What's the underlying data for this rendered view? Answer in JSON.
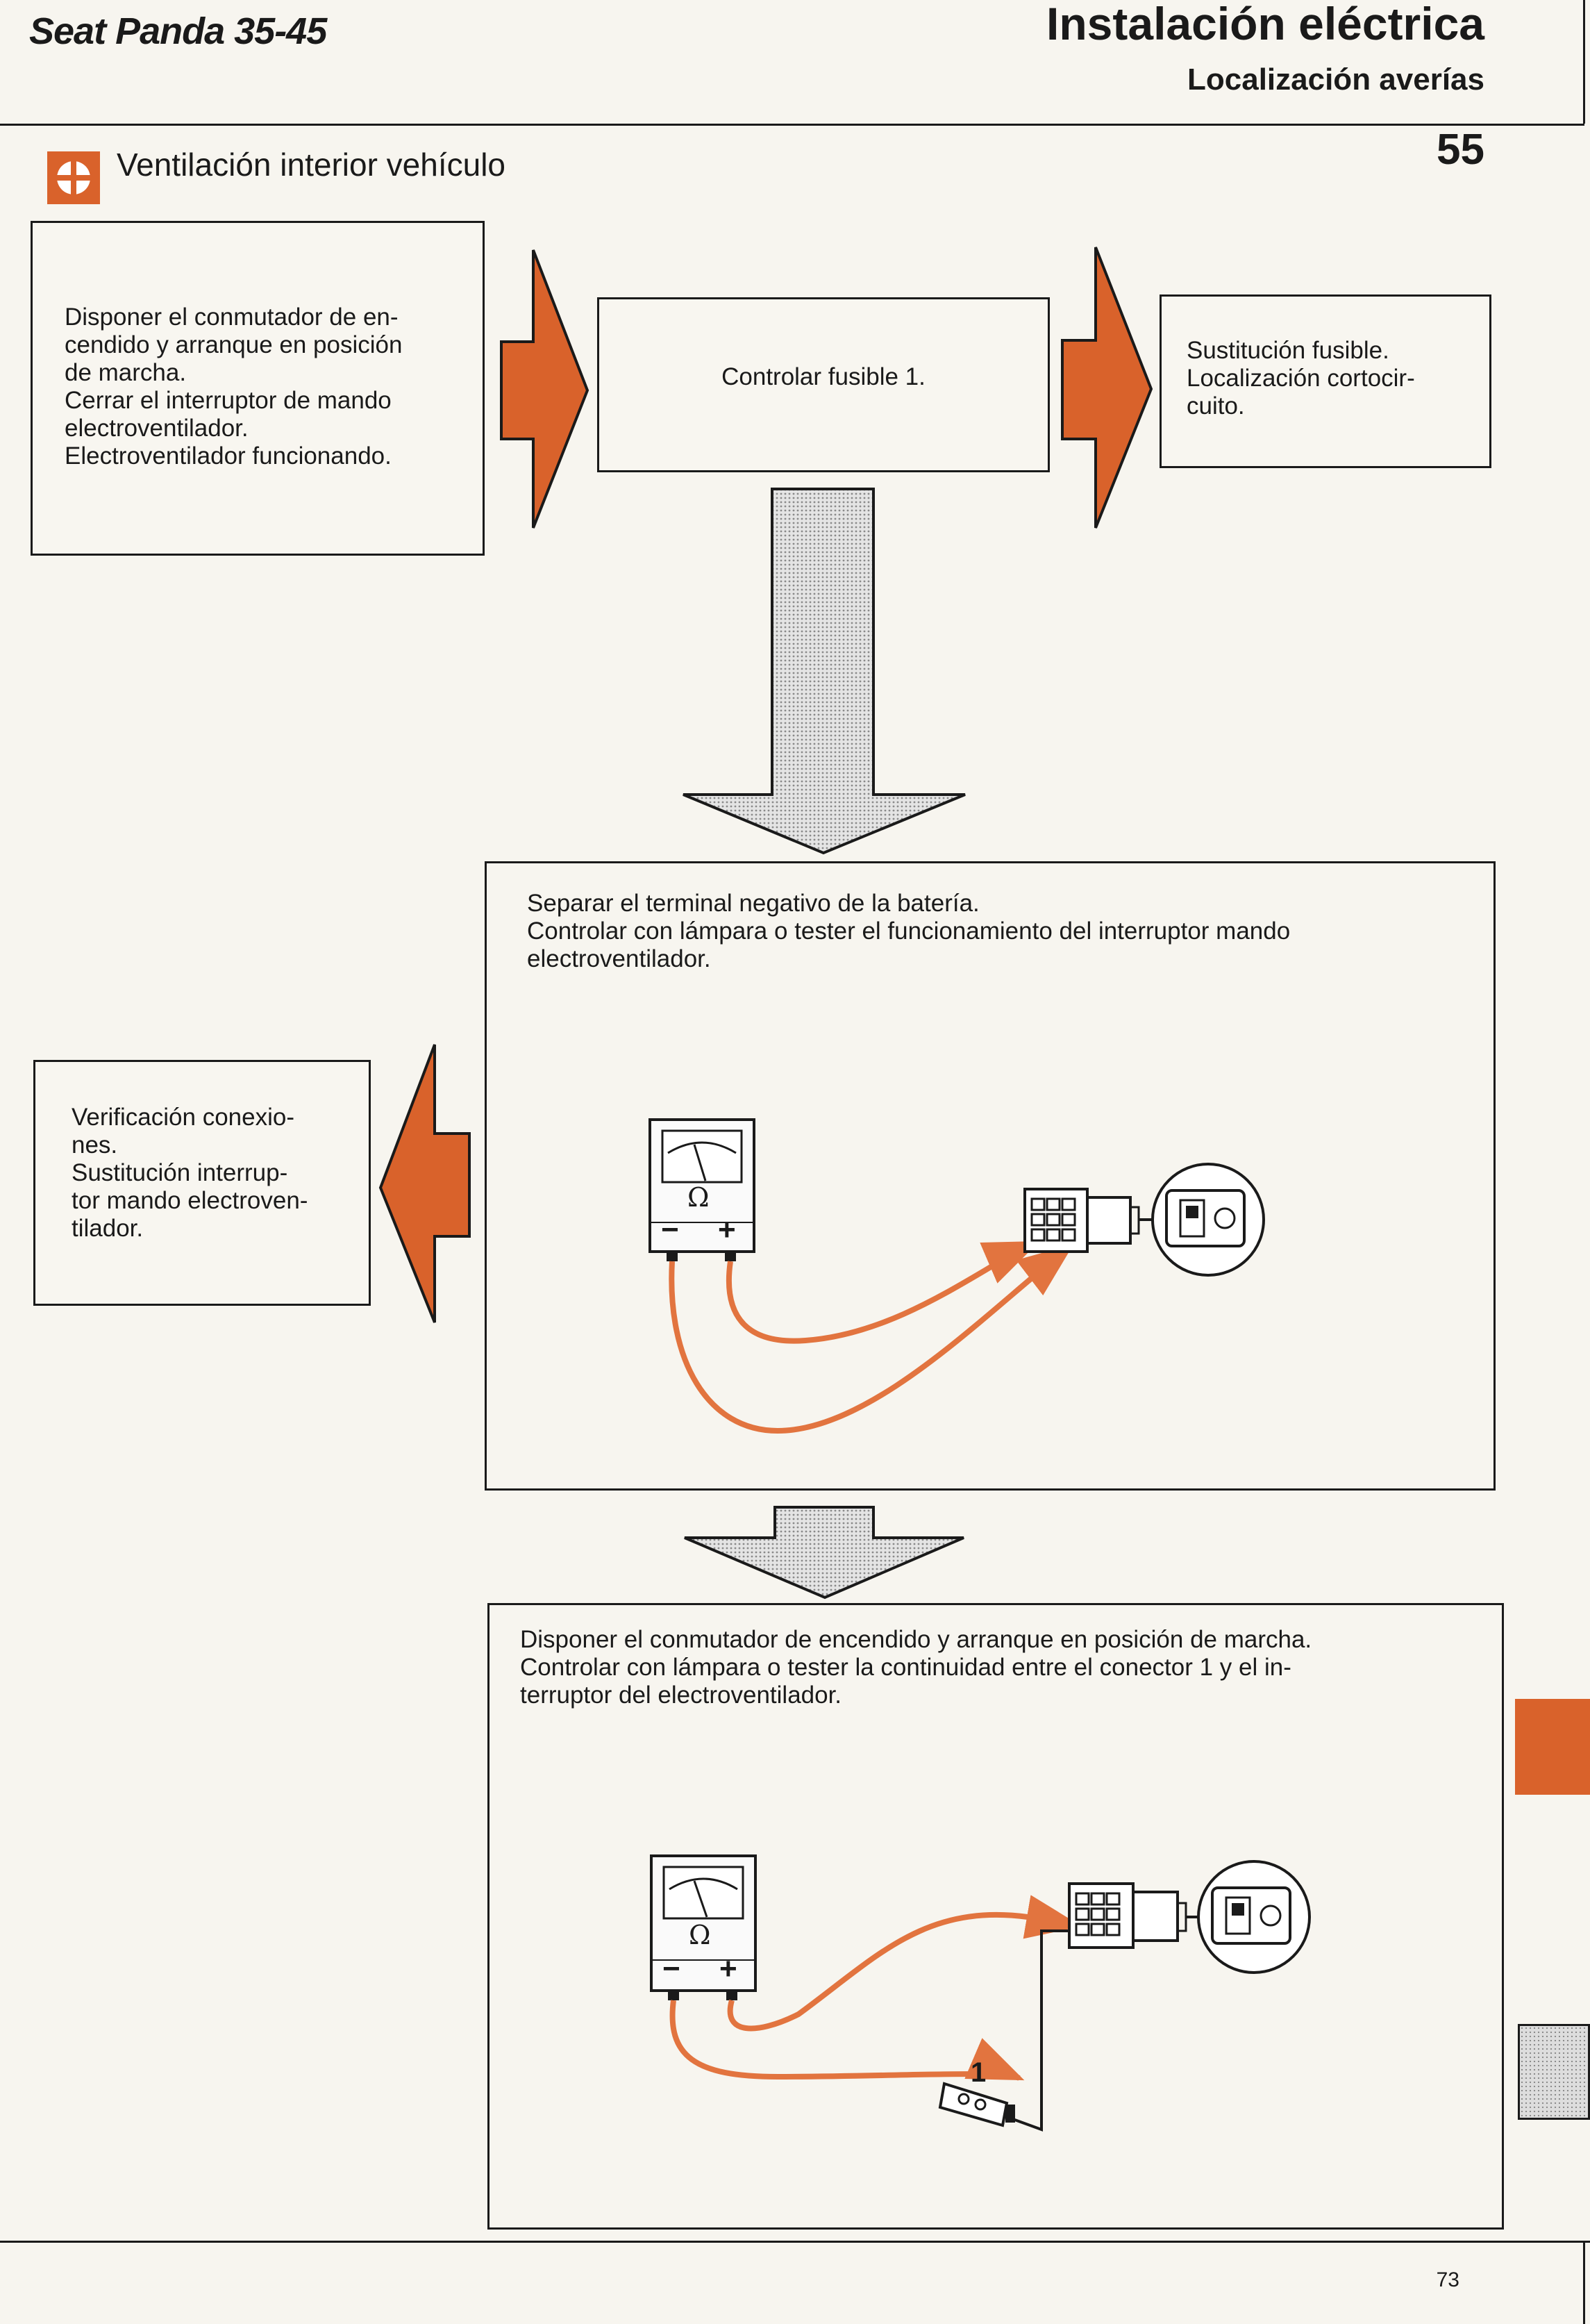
{
  "header": {
    "model": "Seat Panda 35-45",
    "title": "Instalación eléctrica",
    "subtitle": "Localización averías"
  },
  "section": {
    "title": "Ventilación interior vehículo",
    "number": "55"
  },
  "steps": {
    "start": [
      "Disponer el conmutador de en-",
      "cendido y arranque en posición",
      "de marcha.",
      "Cerrar el interruptor de mando",
      "electroventilador.",
      "Electroventilador funcionando."
    ],
    "check_fuse": "Controlar fusible 1.",
    "fuse_fail": [
      "Sustitución fusible.",
      "Localización cortocir-",
      "cuito."
    ],
    "test_switch": [
      "Separar el terminal negativo de la batería.",
      "Controlar con lámpara o tester el funcionamiento del interruptor mando",
      "electroventilador."
    ],
    "switch_fail": [
      "Verificación conexio-",
      "nes.",
      "Sustitución interrup-",
      "tor mando electroven-",
      "tilador."
    ],
    "test_continuity": [
      "Disponer el conmutador de encendido y arranque en posición de marcha.",
      "Controlar con lámpara o tester la continuidad entre el conector 1 y el in-",
      "terruptor del electroventilador."
    ]
  },
  "tester": {
    "symbol": "Ω",
    "minus": "−",
    "plus": "+"
  },
  "connector_label": "1",
  "footer": {
    "page": "73"
  },
  "colors": {
    "accent": "#d9622b",
    "wire": "#e2743f",
    "ink": "#1a1a1a",
    "paper": "#f7f5ef"
  }
}
